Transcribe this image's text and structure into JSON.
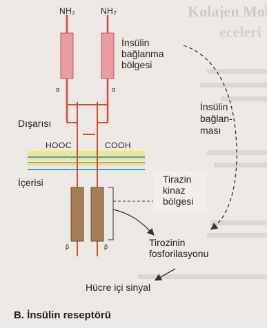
{
  "background_text": {
    "title_fragment": "Kolajen Moleküllerinin",
    "subtitle_fragment": "eceleri"
  },
  "labels": {
    "nh2_left": "NH₂",
    "nh2_right": "NH₂",
    "binding_region": [
      "İnsülin",
      "bağlanma",
      "bölgesi"
    ],
    "alpha_left": "α",
    "alpha_right": "α",
    "outside": "Dışarısı",
    "insulin_binding": [
      "İnsülin",
      "bağlan-",
      "ması"
    ],
    "hooc": "HOOC",
    "cooh": "COOH",
    "inside": "İçerisi",
    "kinase_region": [
      "Tirazin",
      "kinaz",
      "bölgesi"
    ],
    "beta_left": "β",
    "beta_right": "β",
    "tyrosine_phosphorylation": [
      "Tirozinin",
      "fosforilasyonu"
    ],
    "intracellular_signal": "Hücre içi sinyal"
  },
  "caption": "B. İnsülin reseptörü",
  "colors": {
    "alpha_chain_block": "#eb9aa6",
    "alpha_chain_line": "#d14a3b",
    "beta_block": "#a57d57",
    "membrane_blue": "#3ba3dc",
    "membrane_yellow": "#f3e58a",
    "background": "#ece8e3"
  }
}
